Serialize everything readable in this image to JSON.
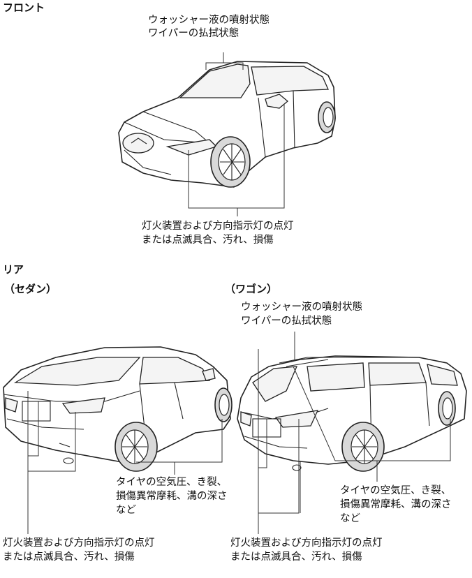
{
  "front": {
    "heading": "フロント",
    "top_label": [
      "ウォッシャー液の噴射状態",
      "ワイパーの払拭状態"
    ],
    "bottom_label": [
      "灯火装置および方向指示灯の点灯",
      "または点滅具合、汚れ、損傷"
    ]
  },
  "rear": {
    "heading": "リア",
    "sedan": {
      "heading": "（セダン）",
      "tire_label": [
        "タイヤの空気圧、き裂、",
        "損傷異常摩耗、溝の深さ",
        "など"
      ],
      "lamp_label": [
        "灯火装置および方向指示灯の点灯",
        "または点滅具合、汚れ、損傷"
      ]
    },
    "wagon": {
      "heading": "（ワゴン）",
      "top_label": [
        "ウォッシャー液の噴射状態",
        "ワイパーの払拭状態"
      ],
      "tire_label": [
        "タイヤの空気圧、き裂、",
        "損傷異常摩耗、溝の深さ",
        "など"
      ],
      "lamp_label": [
        "灯火装置および方向指示灯の点灯",
        "または点滅具合、汚れ、損傷"
      ]
    }
  }
}
